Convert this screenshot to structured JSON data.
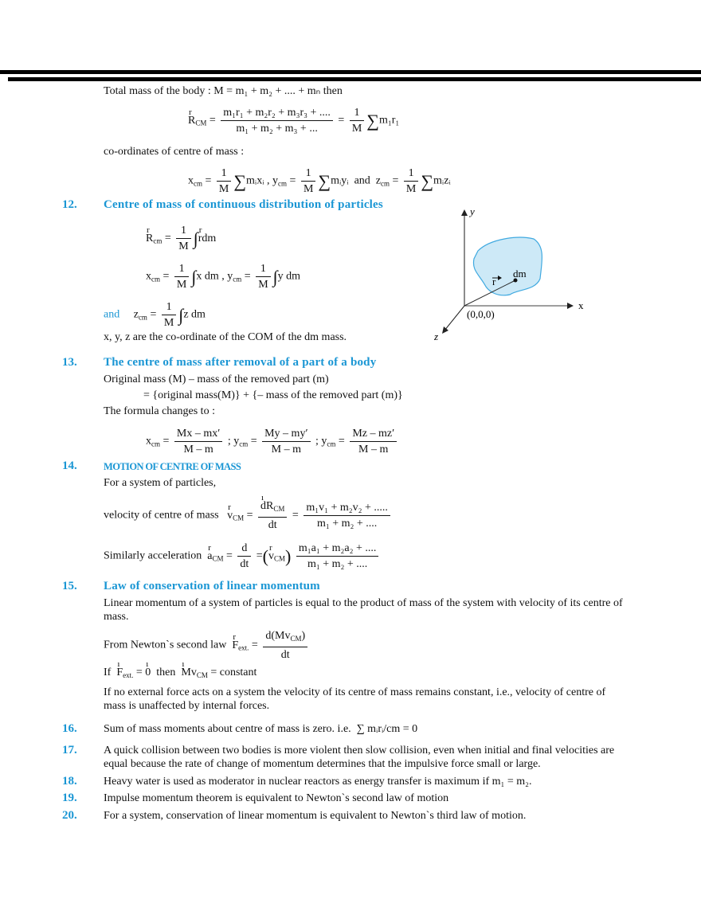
{
  "intro": {
    "total_mass": "Total mass of the body : M = m₁ + m₂ + .... + mₙ then",
    "R": "R",
    "R_sub": "CM",
    "eq": "=",
    "num": "m₁r₁ + m₂r₂ + m₃r₃ + ....",
    "den": "m₁ + m₂ + m₃ + ...",
    "one": "1",
    "M": "M",
    "sum": "∑",
    "sum_term": "m₁r₁",
    "coords_label": "co-ordinates of centre of mass :",
    "x": "x",
    "y": "y",
    "z": "z",
    "cm": "cm",
    "mx": "mᵢxᵢ ,",
    "my": "mᵢyᵢ",
    "mz": "mᵢzᵢ",
    "and": "and"
  },
  "s12": {
    "number": "12.",
    "title": "Centre of mass of continuous distribution of particles",
    "R": "R",
    "cm": "cm",
    "one": "1",
    "M": "M",
    "int": "∫",
    "rdm": "rdm",
    "xdm": "x dm  ,",
    "ydm": "y dm",
    "zdm": "z dm",
    "x": "x",
    "y": "y",
    "z": "z",
    "eq": "=",
    "and": "and",
    "note": "x, y, z are the co-ordinate of the COM of the dm mass.",
    "figure": {
      "y_label": "y",
      "x_label": "x",
      "z_label": "z",
      "origin": "(0,0,0)",
      "dm": "dm",
      "r": "r",
      "fill": "#cde9f7",
      "stroke": "#3fa9e0"
    }
  },
  "s13": {
    "number": "13.",
    "title": "The centre of mass after removal of a part of a body",
    "line1": "Original mass (M) – mass of the removed part (m)",
    "line2": "= {original mass(M)} + {– mass of the removed part (m)}",
    "line3": "The formula changes to :",
    "x": "x",
    "y": "y",
    "cm": "cm",
    "eq": "=",
    "sep": ";",
    "numx": "Mx – mx′",
    "numy": "My – my′",
    "numz": "Mz – mz′",
    "den": "M – m"
  },
  "s14": {
    "number": "14.",
    "title": "MOTION OF CENTRE OF MASS",
    "line1": "For a system of particles,",
    "vel_label": "velocity of centre of mass",
    "v": "v",
    "CM": "CM",
    "eq": "=",
    "dR": "dR",
    "dt": "dt",
    "vnum": "m₁v₁ + m₂v₂ + .....",
    "mden": "m₁ + m₂ + ....",
    "acc_label": "Similarly acceleration",
    "a": "a",
    "d": "d",
    "anum": "m₁a₁ + m₂a₂ + ....",
    "lp": "(",
    "rp": ")"
  },
  "s15": {
    "number": "15.",
    "title": "Law of conservation of linear momentum",
    "para1": "Linear momentum of a system of particles is equal to the product of mass of the system with velocity of its centre of mass.",
    "newton_label": "From Newton`s second law",
    "F": "F",
    "ext": "ext.",
    "eq": "=",
    "num": "d(Mv",
    "CM": "CM",
    "close": ")",
    "dt": "dt",
    "if": "If",
    "zero": "0",
    "then": "then",
    "Mv": "Mv",
    "constant": "= constant",
    "para2": "If no external force acts on a system the velocity of its centre of mass remains constant, i.e., velocity of centre of mass is unaffected by internal forces."
  },
  "points": [
    {
      "number": "16.",
      "text": "Sum of mass moments about centre of mass is zero. i.e.",
      "formula": "∑ mᵢrᵢ/cm = 0"
    },
    {
      "number": "17.",
      "text": "A quick collision between two bodies is more violent then slow collision, even when initial and final velocities are equal because the rate of change of momentum determines that the impulsive force small or large."
    },
    {
      "number": "18.",
      "text": "Heavy water is used as moderator in nuclear reactors as energy transfer is maximum if m₁ = m₂."
    },
    {
      "number": "19.",
      "text": "Impulse momentum theorem is equivalent to Newton`s second law of motion"
    },
    {
      "number": "20.",
      "text": "For a system, conservation of linear momentum is equivalent to Newton`s third law of motion."
    }
  ],
  "colors": {
    "heading": "#1a96d4"
  }
}
